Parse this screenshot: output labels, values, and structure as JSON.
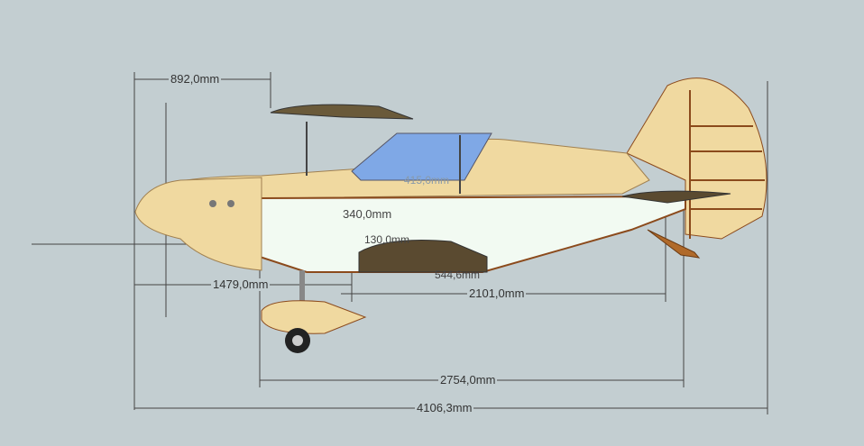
{
  "dimensions": {
    "nose_to_wing": "892,0mm",
    "nose_to_gear": "1479,0mm",
    "gear_to_tail": "2101,0mm",
    "cabin_length": "2754,0mm",
    "overall_length": "4106,3mm",
    "inner_1": "340,0mm",
    "inner_2": "130,0mm",
    "inner_3": "415,0mm",
    "inner_4": "544,6mm"
  },
  "colors": {
    "background": "#c3ced1",
    "skin": "#f0d9a0",
    "frame": "#8b4a1c",
    "canopy": "#7fa8e6",
    "interior": "#f2faf2",
    "dim_line": "#444444"
  }
}
